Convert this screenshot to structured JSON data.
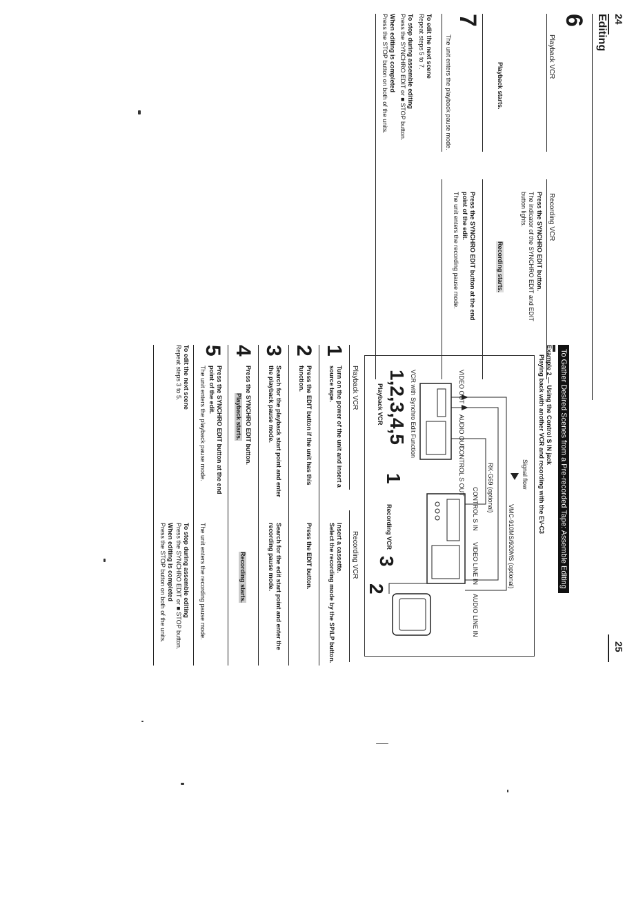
{
  "page_left": {
    "number": "24",
    "section_title": "Editing"
  },
  "page_right": {
    "number": "25"
  },
  "left": {
    "step6": {
      "number": "6",
      "pb_col_title": "Playback VCR",
      "pb_text": "Playback starts.",
      "rec_col_title": "Recording VCR",
      "rec_head": "Press the SYNCHRO EDIT button.",
      "rec_line1": "The indicator of the SYNCHRO EDIT and EDIT",
      "rec_line2": "button lights.",
      "rec_note": "Recording starts."
    },
    "step7": {
      "number": "7",
      "pb_text": "The unit enters the playback pause mode.",
      "rec_head1": "Press the SYNCHRO EDIT button at the end",
      "rec_head2": "point of the edit.",
      "rec_text": "The unit enters the recording pause mode."
    },
    "notes": {
      "next_title": "To edit the next scene",
      "next_text": "Repeat steps 5 to 7.",
      "stop_title": "To stop during assemble editing",
      "stop_text": "Press the SYNCHRO EDIT or ■ STOP button.",
      "done_title": "When editing is completed",
      "done_text": "Press the STOP button on both of the units."
    }
  },
  "right": {
    "banner": "To Gather Desired Scenes from a Pre-recorded Tape: Assemble Editing",
    "example_title": "Example 2 — Using the Control S IN jack",
    "example_sub": "Playing back with another VCR and recording with the EV-C3",
    "diagram": {
      "signal_flow": "Signal flow",
      "cable1": "VMC-910MS/920MS (optional)",
      "cable2": "RK-G69 (optional)",
      "control_in": "CONTROL S IN",
      "video_line_in": "VIDEO LINE IN",
      "audio_line_in": "AUDIO LINE IN",
      "video_out": "VIDEO OUT",
      "audio_out": "AUDIO OUT",
      "control_out": "CONTROL S OUT",
      "vcr_caption": "VCR with Synchro Edit Function",
      "pb_steps": "1,2,3,4,5",
      "pb_label": "Playback VCR",
      "rec_label": "Recording VCR",
      "callout1": "1",
      "callout2": "2",
      "callout3": "3"
    },
    "col_pb": "Playback VCR",
    "col_rec": "Recording VCR",
    "steps": [
      {
        "n": "1",
        "pb1": "Turn on the power of the unit and insert a",
        "pb2": "source tape.",
        "rec1": "Insert a cassette.",
        "rec2": "Select the recording mode by the SP/LP button."
      },
      {
        "n": "2",
        "pb1": "Press the EDIT button if the unit has this",
        "pb2": "function.",
        "rec1": "Press the EDIT button.",
        "rec2": ""
      },
      {
        "n": "3",
        "pb1": "Search for the playback start point and enter",
        "pb2": "the playback pause mode.",
        "rec1": "Search for the edit start point and enter the",
        "rec2": "recording pause mode."
      },
      {
        "n": "4",
        "pb1": "Press the SYNCHRO EDIT button.",
        "pb2": "Playback starts.",
        "rec1": "Recording starts.",
        "rec2": ""
      },
      {
        "n": "5",
        "pb1": "Press the SYNCHRO EDIT button at the end",
        "pb2": "point of the edit.",
        "pb3": "The unit enters the playback pause mode.",
        "rec1": "The unit enters the recording pause mode.",
        "rec2": ""
      }
    ],
    "notes": {
      "next_title": "To edit the next scene",
      "next_text": "Repeat steps 3 to 5.",
      "stop_title": "To stop during assemble editing",
      "stop_text": "Press the SYNCHRO EDIT or ■ STOP button.",
      "done_title": "When editing is completed",
      "done_text": "Press the STOP button on both of the units."
    }
  }
}
